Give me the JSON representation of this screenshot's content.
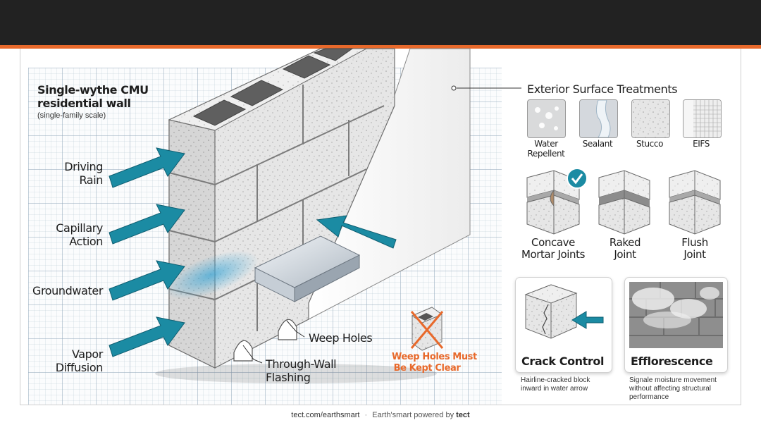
{
  "title": {
    "line1": "Single-wythe CMU",
    "line2": "residential wall",
    "sub": "(single-family scale)"
  },
  "forces": [
    {
      "line1": "Driving",
      "line2": "Rain"
    },
    {
      "line1": "Capillary",
      "line2": "Action"
    },
    {
      "line1": "Groundwater",
      "line2": ""
    },
    {
      "line1": "Vapor",
      "line2": "Diffusion"
    }
  ],
  "callouts": {
    "weep_holes": "Weep Holes",
    "flashing_1": "Through-Wall",
    "flashing_2": "Flashing",
    "warning_1": "Weep Holes Must",
    "warning_2": "Be Kept Clear"
  },
  "treatments": {
    "heading": "Exterior Surface Treatments",
    "swatches": [
      {
        "line1": "Water",
        "line2": "Repellent",
        "icon": "water-droplets-icon"
      },
      {
        "line1": "Sealant",
        "line2": "",
        "icon": "sealant-bead-icon"
      },
      {
        "line1": "Stucco",
        "line2": "",
        "icon": "stucco-texture-icon"
      },
      {
        "line1": "EIFS",
        "line2": "",
        "icon": "eifs-mesh-icon"
      }
    ],
    "joints": [
      {
        "line1": "Concave",
        "line2": "Mortar Joints",
        "recommended": true
      },
      {
        "line1": "Raked",
        "line2": "Joint",
        "recommended": false
      },
      {
        "line1": "Flush",
        "line2": "Joint",
        "recommended": false
      }
    ]
  },
  "cards": [
    {
      "title": "Crack Control",
      "line1": "Hairline-cracked block",
      "line2": "inward in water arrow",
      "line3": ""
    },
    {
      "title": "Efflorescence",
      "line1": "Signale moisture movement",
      "line2": "without affecting structural",
      "line3": "performance"
    }
  ],
  "footer": {
    "url": "tect.com/earthsmart",
    "sep": "·",
    "tagline": "Earth'smart powered by",
    "brand": "tect"
  },
  "colors": {
    "arrow": "#1b8ba3",
    "accent": "#e8692b",
    "header": "#222222",
    "block": "#e4e4e4"
  }
}
